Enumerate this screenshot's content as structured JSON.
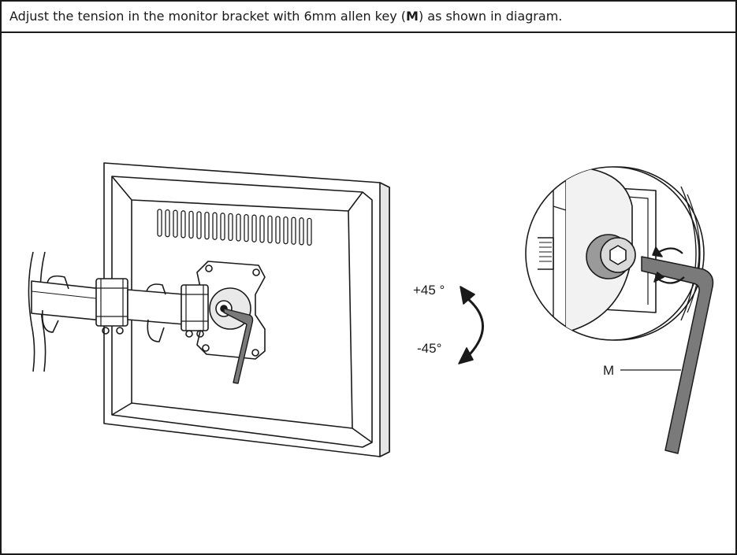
{
  "instruction": {
    "before": "Adjust the tension in the monitor bracket with 6mm allen key (",
    "key_letter": "M",
    "after": ") as shown in diagram."
  },
  "rotation": {
    "plus_label": "+45 °",
    "minus_label": "-45°"
  },
  "callout": {
    "tool_label": "M"
  },
  "colors": {
    "line": "#1a1a1a",
    "key_fill": "#7a7a7a",
    "face": "#ffffff",
    "shade": "#dcdcdc"
  }
}
